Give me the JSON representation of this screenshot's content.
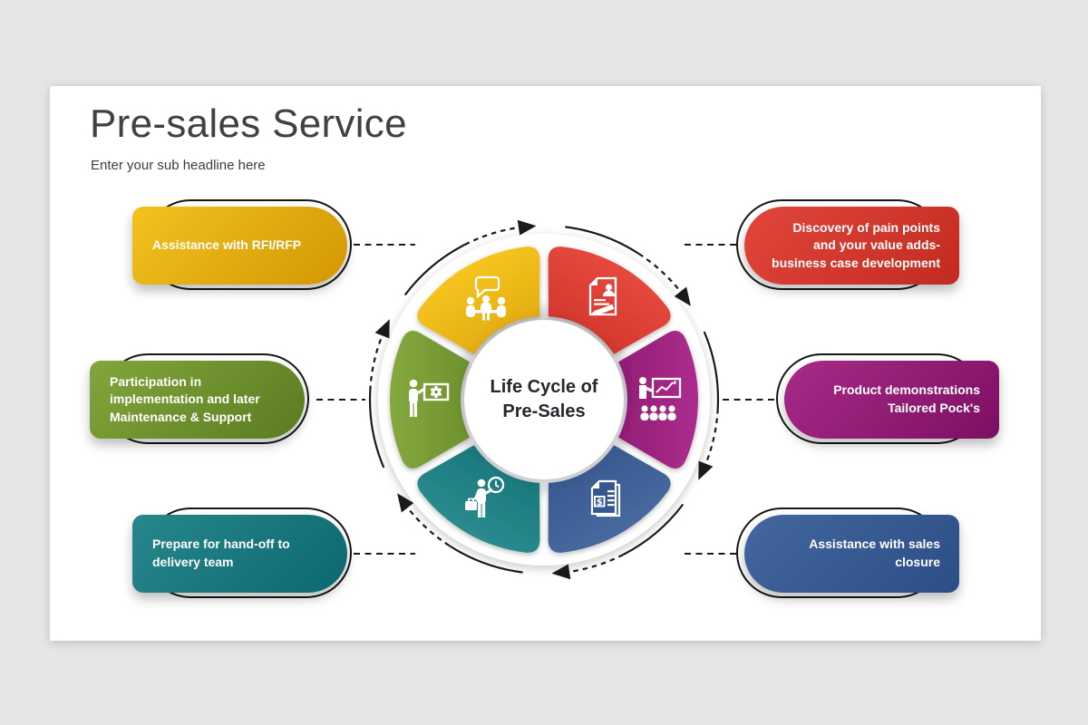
{
  "slide": {
    "title": "Pre-sales Service",
    "subtitle": "Enter your sub headline here"
  },
  "center": {
    "label": "Life Cycle of Pre-Sales"
  },
  "boxes": [
    {
      "label": "Assistance with RFI/RFP",
      "color_from": "#f2c21f",
      "color_to": "#d39704"
    },
    {
      "label": "Discovery of pain points and your value adds- business case development",
      "color_from": "#e2463c",
      "color_to": "#c22a20"
    },
    {
      "label": "Participation in implementation and later Maintenance & Support",
      "color_from": "#82a63c",
      "color_to": "#5a7b21"
    },
    {
      "label": "Product demonstrations Tailored Pock's",
      "color_from": "#a82b88",
      "color_to": "#7c0f62"
    },
    {
      "label": "Prepare for hand-off to delivery team",
      "color_from": "#27878c",
      "color_to": "#0c686e"
    },
    {
      "label": "Assistance with sales closure",
      "color_from": "#44679f",
      "color_to": "#2c4d85"
    }
  ],
  "wheel": {
    "currency_symbol": "$",
    "segments": [
      {
        "name": "meeting",
        "icon": "meeting-icon",
        "color_from": "#f6c51f",
        "color_to": "#d39704"
      },
      {
        "name": "contract",
        "icon": "contract-icon",
        "color_from": "#e6493e",
        "color_to": "#c1281e"
      },
      {
        "name": "presentation",
        "icon": "presentation-icon",
        "color_from": "#ac2d8d",
        "color_to": "#7a0e60"
      },
      {
        "name": "invoice",
        "icon": "invoice-icon",
        "color_from": "#47699f",
        "color_to": "#2b4c84"
      },
      {
        "name": "handoff",
        "icon": "handoff-icon",
        "color_from": "#2a8b8e",
        "color_to": "#0b666c"
      },
      {
        "name": "training",
        "icon": "training-icon",
        "color_from": "#85a93e",
        "color_to": "#587a20"
      }
    ]
  }
}
